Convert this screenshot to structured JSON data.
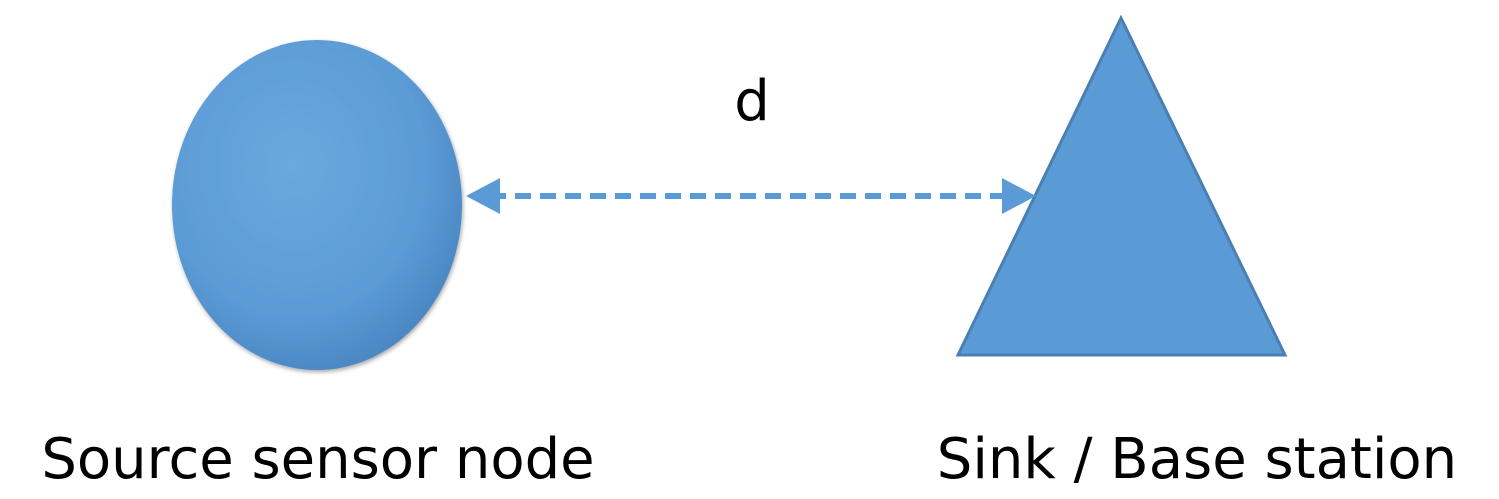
{
  "diagram": {
    "source_label": "Source sensor node",
    "sink_label": "Sink / Base station",
    "distance_label": "d"
  },
  "colors": {
    "node_fill": "#5b9bd5",
    "node_stroke": "#4a7fb5",
    "arrow": "#5b9bd5",
    "text": "#000000"
  }
}
